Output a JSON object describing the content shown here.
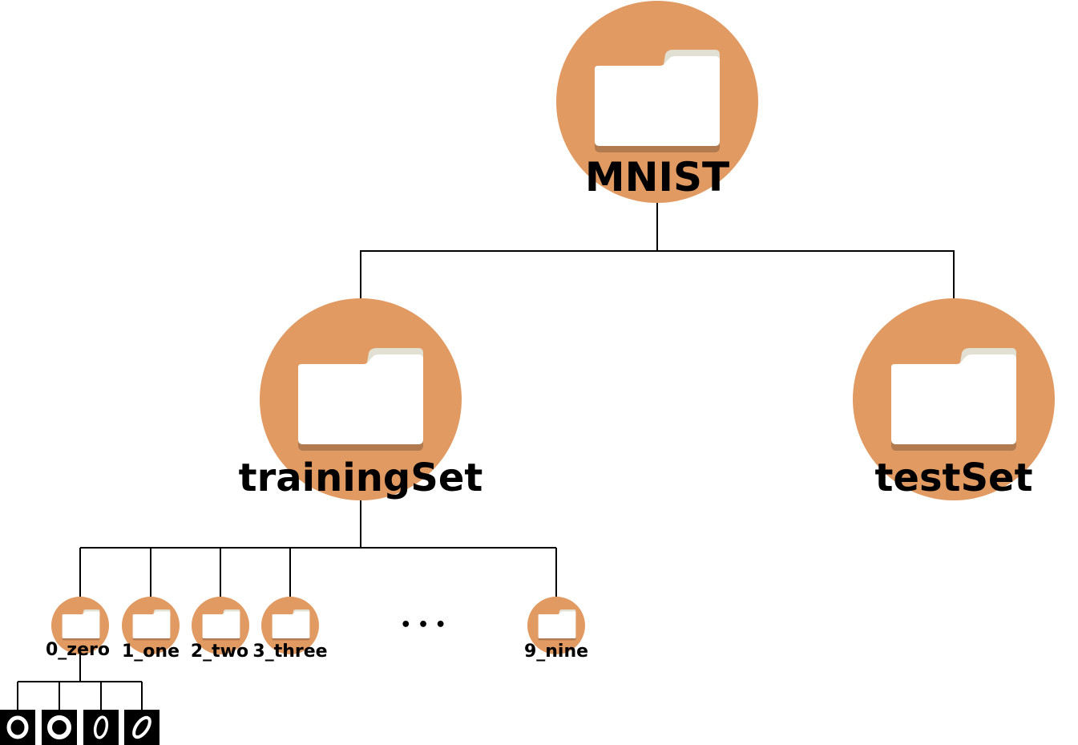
{
  "colors": {
    "node_fill": "#E09A62",
    "folder_body": "#FFFFFF",
    "folder_tab": "#E2E0D2",
    "folder_shadow": "#B27A4F",
    "line": "#000000",
    "digit_tile_bg": "#000000",
    "digit_stroke": "#FFFFFF"
  },
  "root": {
    "label": "MNIST",
    "icon": "folder-icon"
  },
  "level1": [
    {
      "label": "trainingSet",
      "icon": "folder-icon"
    },
    {
      "label": "testSet",
      "icon": "folder-icon"
    }
  ],
  "training_children": [
    {
      "label": "0_zero",
      "icon": "folder-icon"
    },
    {
      "label": "1_one",
      "icon": "folder-icon"
    },
    {
      "label": "2_two",
      "icon": "folder-icon"
    },
    {
      "label": "3_three",
      "icon": "folder-icon"
    },
    {
      "label": "9_nine",
      "icon": "folder-icon"
    }
  ],
  "ellipsis": "• • •",
  "zero_samples": [
    {
      "icon": "digit-zero-image"
    },
    {
      "icon": "digit-zero-image"
    },
    {
      "icon": "digit-zero-image"
    },
    {
      "icon": "digit-zero-image"
    }
  ]
}
